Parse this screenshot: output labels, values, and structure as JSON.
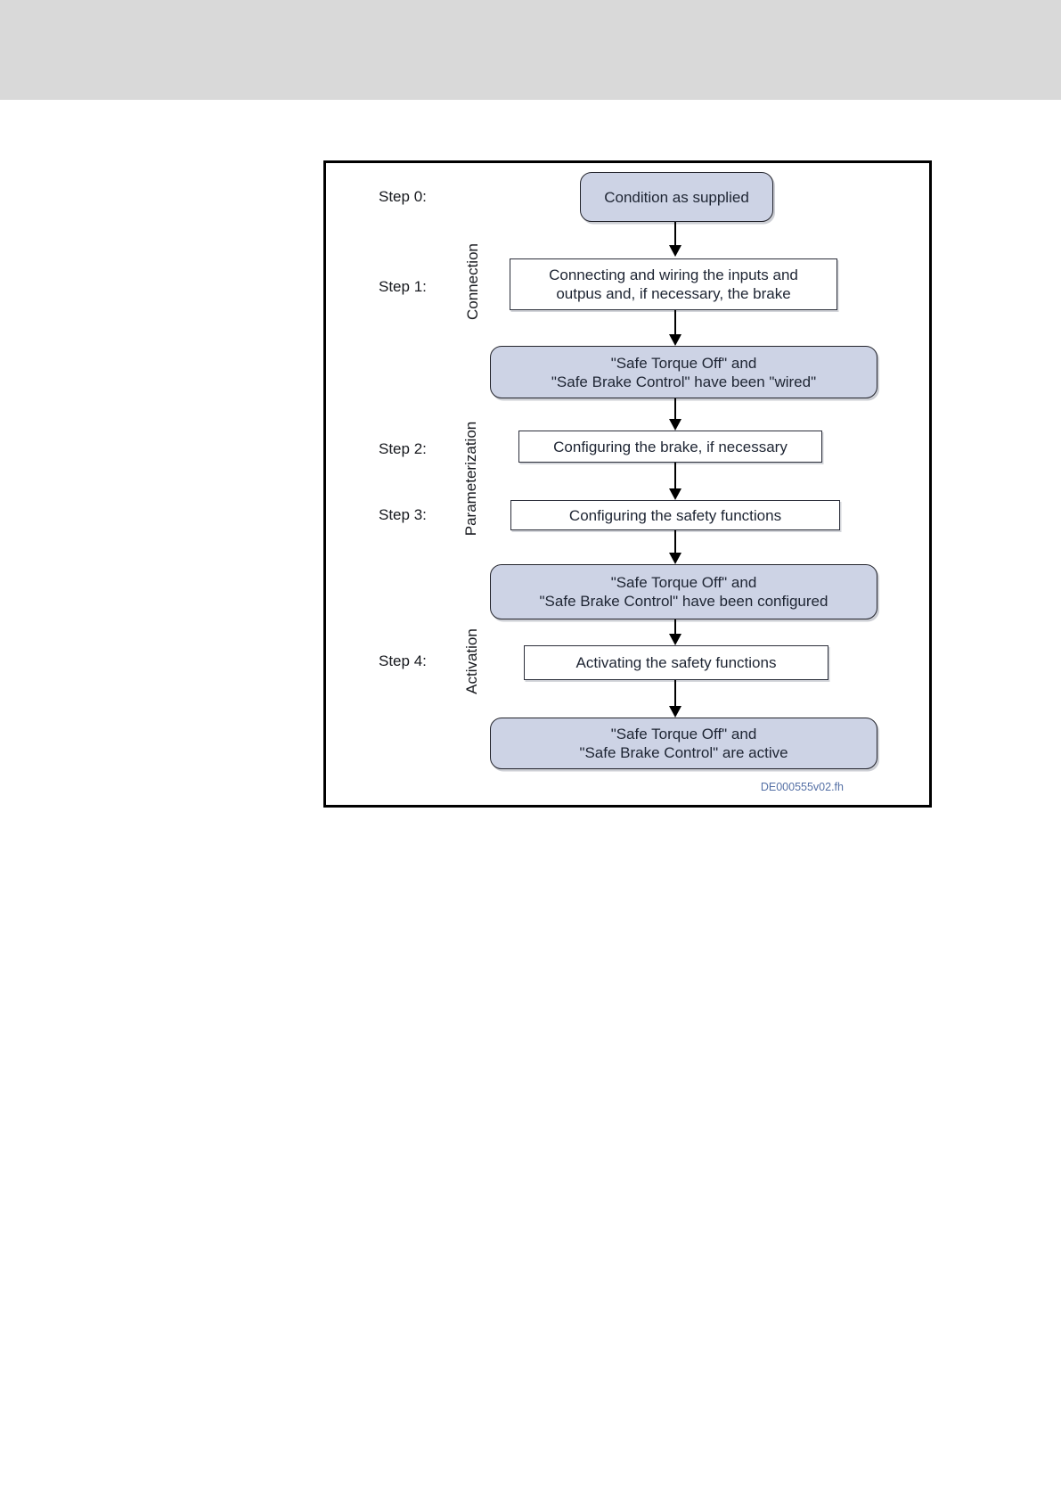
{
  "page": {
    "background_color": "#ffffff",
    "header_band_color": "#d9d9d9"
  },
  "diagram": {
    "caption": "DE000555v02.fh",
    "colors": {
      "state_box_fill": "#cdd3e5",
      "action_box_fill": "#ffffff",
      "box_border": "#23242c",
      "frame_border": "#000000",
      "arrow": "#000000",
      "caption_text": "#5570a5",
      "text": "#1e2533"
    },
    "step_labels": [
      {
        "text": "Step 0:"
      },
      {
        "text": "Step 1:"
      },
      {
        "text": "Step 2:"
      },
      {
        "text": "Step 3:"
      },
      {
        "text": "Step 4:"
      }
    ],
    "phases": [
      {
        "label": "Connection"
      },
      {
        "label": "Parameterization"
      },
      {
        "label": "Activation"
      }
    ],
    "nodes": [
      {
        "id": "n0",
        "type": "state",
        "lines": [
          "Condition as supplied"
        ]
      },
      {
        "id": "n1",
        "type": "action",
        "lines": [
          "Connecting and wiring the inputs and",
          "outpus and, if necessary, the brake"
        ]
      },
      {
        "id": "n2",
        "type": "state",
        "lines": [
          "\"Safe Torque Off\" and",
          "\"Safe Brake Control\" have been \"wired\""
        ]
      },
      {
        "id": "n3",
        "type": "action",
        "lines": [
          "Configuring the brake, if necessary"
        ]
      },
      {
        "id": "n4",
        "type": "action",
        "lines": [
          "Configuring the safety functions"
        ]
      },
      {
        "id": "n5",
        "type": "state",
        "lines": [
          "\"Safe Torque Off\" and",
          "\"Safe Brake Control\" have been configured"
        ]
      },
      {
        "id": "n6",
        "type": "action",
        "lines": [
          "Activating the safety functions"
        ]
      },
      {
        "id": "n7",
        "type": "state",
        "lines": [
          "\"Safe Torque Off\" and",
          "\"Safe Brake Control\" are active"
        ]
      }
    ]
  }
}
